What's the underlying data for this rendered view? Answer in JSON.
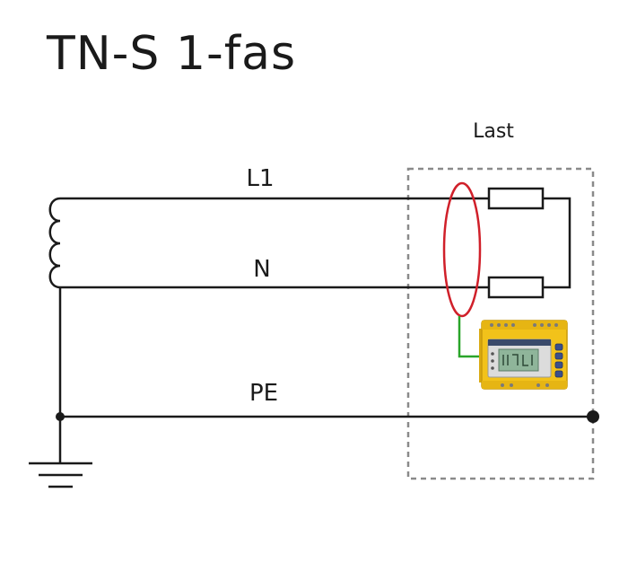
{
  "title": "TN-S 1-fas",
  "labels": {
    "load": "Last",
    "l1": "L1",
    "n": "N",
    "pe": "PE"
  },
  "colors": {
    "wire": "#1a1a1a",
    "dashed_box": "#8a8a8a",
    "current_transformer": "#d0202a",
    "sense_wire": "#2aa52a",
    "device_body": "#f2c21a",
    "device_display": "#8fb59a"
  },
  "device": {
    "name": "residual-current-monitor"
  }
}
